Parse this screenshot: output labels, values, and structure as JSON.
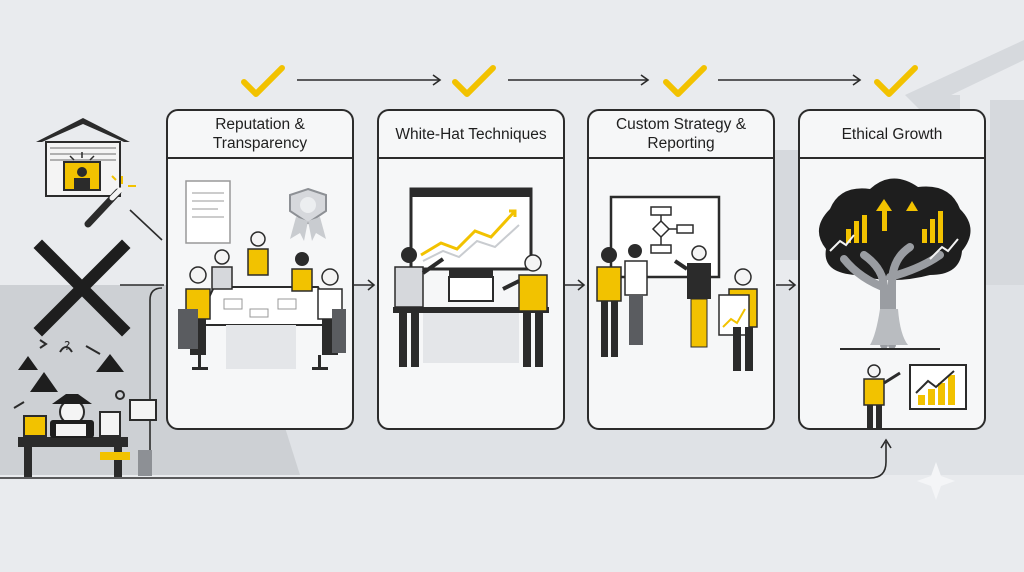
{
  "steps": [
    {
      "title": "Reputation & Transparency"
    },
    {
      "title": "White-Hat Techniques"
    },
    {
      "title": "Custom Strategy & Reporting"
    },
    {
      "title": "Ethical Growth"
    }
  ],
  "colors": {
    "accent": "#f2c200",
    "ink": "#222222",
    "panel": "#f6f7f8",
    "background": "#e9ebee",
    "skyline": "#d3d6da"
  },
  "icons": {
    "check": "check-icon",
    "cross": "x-mark-icon",
    "house": "storefront-icon",
    "wand": "magic-wand-icon",
    "trophy": "award-badge-icon",
    "tree": "growth-tree-icon",
    "chart": "line-chart-icon"
  }
}
